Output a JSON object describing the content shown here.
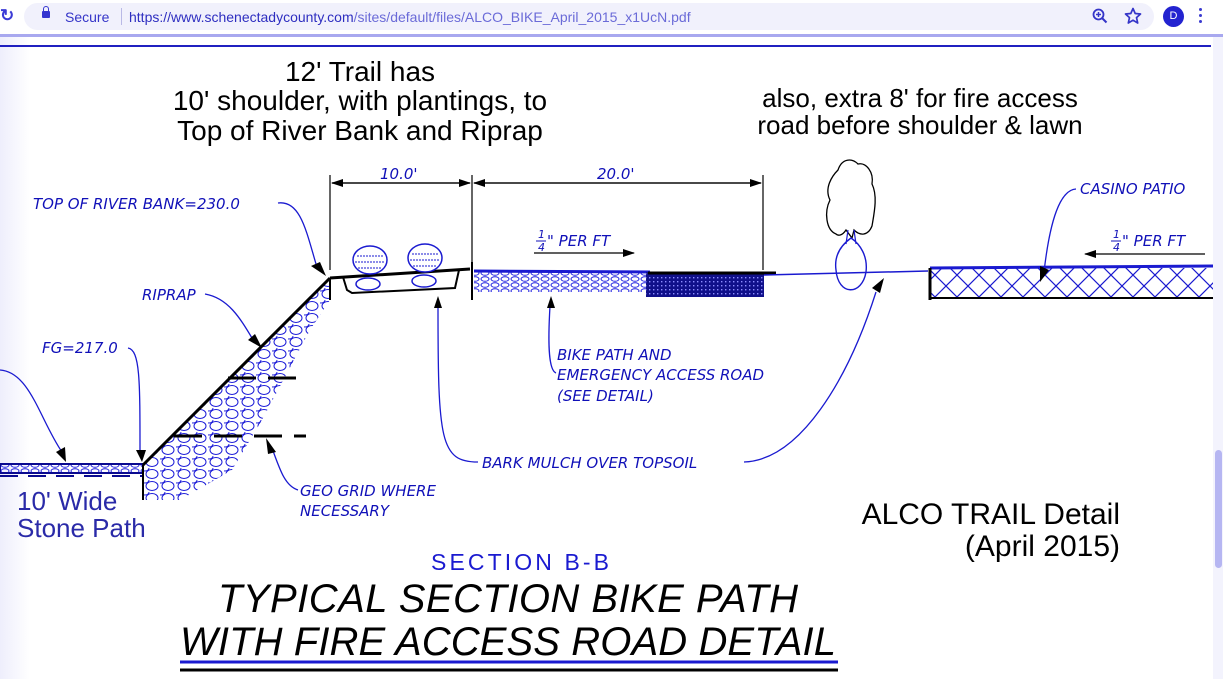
{
  "browser": {
    "security_label": "Secure",
    "url_host": "https://www.schenectadycounty.com",
    "url_path": "/sites/default/files/ALCO_BIKE_April_2015_x1UcN.pdf",
    "avatar_initial": "D",
    "icons": [
      "reload-icon",
      "lock-icon",
      "zoom-icon",
      "star-icon",
      "kebab-menu-icon"
    ]
  },
  "annotations": {
    "trail_note": [
      "12' Trail has",
      "10' shoulder, with plantings, to",
      "Top of River Bank and Riprap"
    ],
    "fire_note": [
      "also, extra 8' for fire access",
      "road before shoulder & lawn"
    ],
    "stone_path": [
      "10' Wide",
      "Stone Path"
    ],
    "detail_title": [
      "ALCO TRAIL Detail",
      "(April 2015)"
    ]
  },
  "drawing": {
    "dim_left": "10.0'",
    "dim_right": "20.0'",
    "slope_left_num": "1",
    "slope_left_den": "4",
    "slope_left_text": "\" PER FT",
    "slope_right_num": "1",
    "slope_right_den": "4",
    "slope_right_text": "\" PER FT",
    "top_of_bank": "TOP OF RIVER BANK=230.0",
    "riprap": "RIPRAP",
    "fg": "FG=217.0",
    "casino_patio": "CASINO PATIO",
    "bike_path": [
      "BIKE PATH AND",
      "EMERGENCY ACCESS ROAD",
      "(SEE DETAIL)"
    ],
    "bark_mulch": "BARK MULCH OVER TOPSOIL",
    "geo_grid": [
      "GEO GRID WHERE",
      "NECESSARY"
    ],
    "section_label": "SECTION B-B",
    "title_line1": "TYPICAL SECTION BIKE PATH",
    "title_line2": "WITH FIRE ACCESS ROAD DETAIL"
  },
  "viewer": {
    "scroll_position": 0.65
  }
}
